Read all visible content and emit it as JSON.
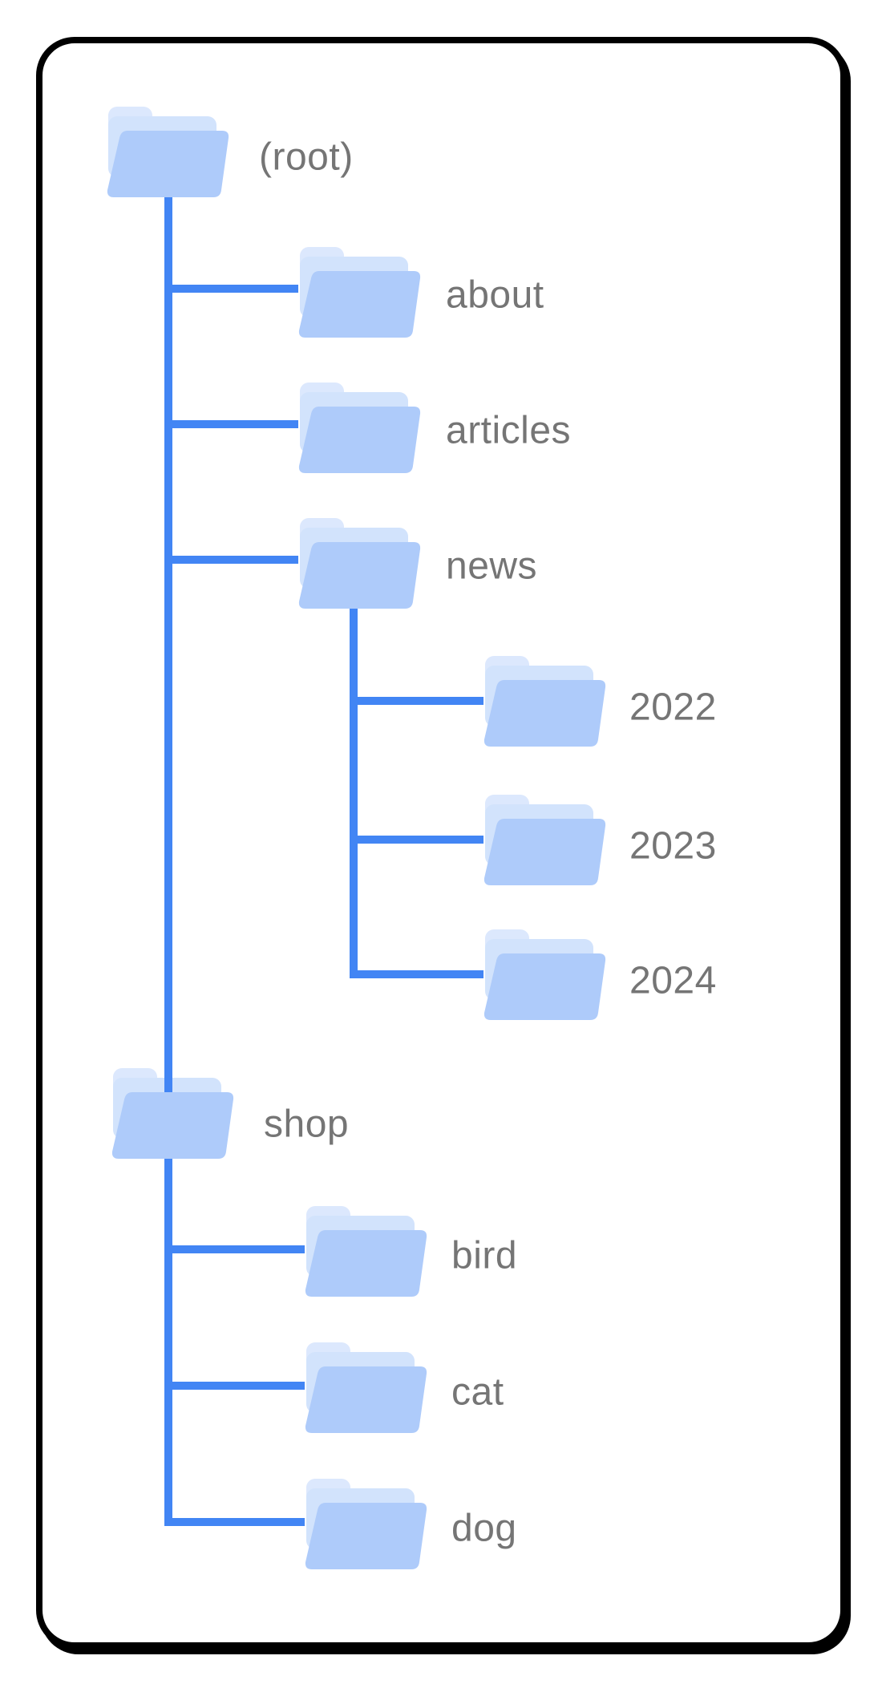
{
  "colors": {
    "line": "#4285f4",
    "text": "#757575",
    "folder_front": "#aecbfa",
    "folder_sheet": "#d2e3fc",
    "folder_tab": "#dce8fd",
    "card_border": "#000000",
    "card_background": "#ffffff"
  },
  "tree": {
    "root": {
      "label": "(root)",
      "children": [
        {
          "label": "about"
        },
        {
          "label": "articles"
        },
        {
          "label": "news",
          "children": [
            {
              "label": "2022"
            },
            {
              "label": "2023"
            },
            {
              "label": "2024"
            }
          ]
        },
        {
          "label": "shop",
          "children": [
            {
              "label": "bird"
            },
            {
              "label": "cat"
            },
            {
              "label": "dog"
            }
          ]
        }
      ]
    }
  }
}
